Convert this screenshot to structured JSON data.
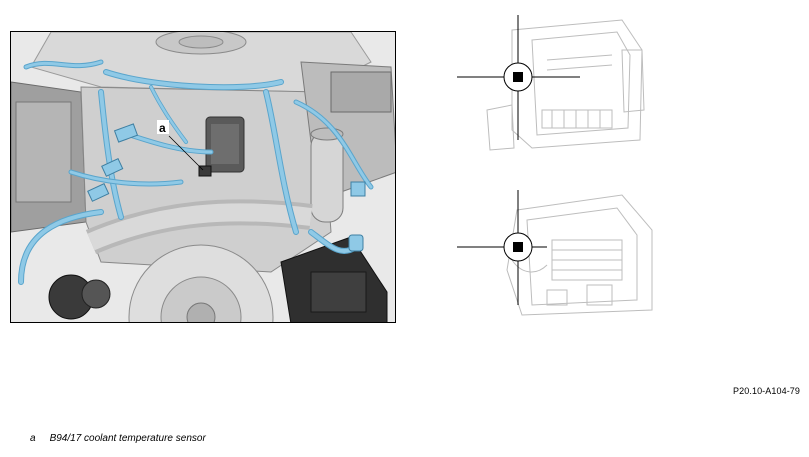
{
  "figure": {
    "callout_letter": "a"
  },
  "reference_code": "P20.10-A104-79",
  "legend": {
    "items": [
      {
        "key": "a",
        "text": "B94/17 coolant temperature sensor"
      }
    ]
  },
  "colors": {
    "hose_blue": "#8fc9e6",
    "hose_blue_dark": "#5aa5cc",
    "engine_gray": "#d0d0d0",
    "engine_dark": "#4a4a4a",
    "line_art": "#bdbdbd"
  }
}
